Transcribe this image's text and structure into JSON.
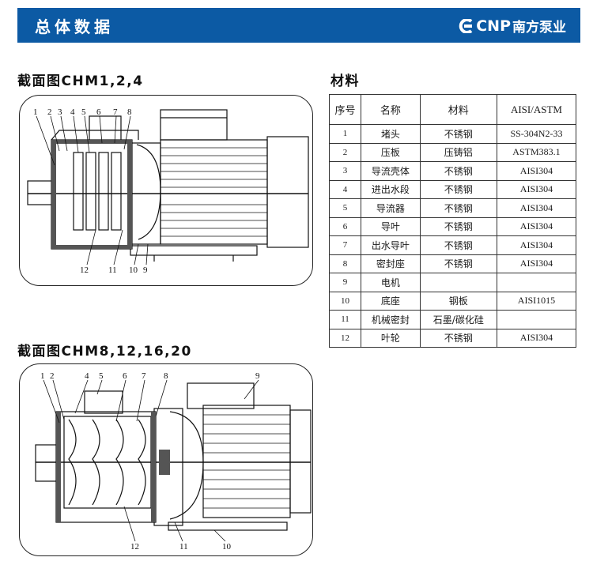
{
  "header": {
    "title": "总体数据",
    "brand_en": "CNP",
    "brand_cn": "南方泵业",
    "colors": {
      "bar": "#0c5aa4",
      "text": "#ffffff"
    }
  },
  "section1": {
    "title": "截面图CHM1,2,4",
    "callouts": [
      "1",
      "2",
      "3",
      "4",
      "5",
      "6",
      "7",
      "8",
      "12",
      "11",
      "10",
      "9"
    ]
  },
  "section2": {
    "title": "截面图CHM8,12,16,20",
    "callouts": [
      "1",
      "2",
      "4",
      "5",
      "6",
      "7",
      "8",
      "9",
      "12",
      "11",
      "10"
    ]
  },
  "materials": {
    "title": "材料",
    "columns": [
      "序号",
      "名称",
      "材料",
      "AISI/ASTM"
    ],
    "rows": [
      [
        "1",
        "堵头",
        "不锈钢",
        "SS-304N2-33"
      ],
      [
        "2",
        "压板",
        "压铸铝",
        "ASTM383.1"
      ],
      [
        "3",
        "导流壳体",
        "不锈钢",
        "AISI304"
      ],
      [
        "4",
        "进出水段",
        "不锈钢",
        "AISI304"
      ],
      [
        "5",
        "导流器",
        "不锈钢",
        "AISI304"
      ],
      [
        "6",
        "导叶",
        "不锈钢",
        "AISI304"
      ],
      [
        "7",
        "出水导叶",
        "不锈钢",
        "AISI304"
      ],
      [
        "8",
        "密封座",
        "不锈钢",
        "AISI304"
      ],
      [
        "9",
        "电机",
        "",
        ""
      ],
      [
        "10",
        "底座",
        "钢板",
        "AISI1015"
      ],
      [
        "11",
        "机械密封",
        "石墨/碳化硅",
        ""
      ],
      [
        "12",
        "叶轮",
        "不锈钢",
        "AISI304"
      ]
    ]
  }
}
